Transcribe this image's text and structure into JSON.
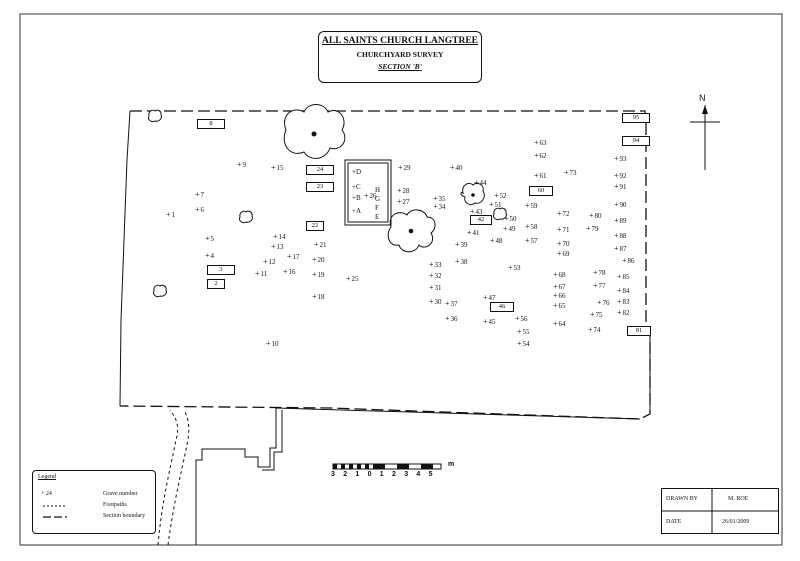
{
  "title": {
    "line1": "ALL SAINTS CHURCH LANGTREE",
    "line2": "CHURCHYARD SURVEY",
    "line3": "SECTION 'B'"
  },
  "north_label": "N",
  "scale": {
    "labels": [
      "3",
      "2",
      "1",
      "0",
      "1",
      "2",
      "3",
      "4",
      "5"
    ],
    "unit": "m"
  },
  "legend": {
    "title": "Legend",
    "grave_symbol": "+ 24",
    "grave_label": "Grave number",
    "footpaths_label": "Footpaths",
    "boundary_label": "Section boundary"
  },
  "drawn_by": {
    "label": "DRAWN BY",
    "value": "M. ROE",
    "date_label": "DATE",
    "date_value": "26/01/2009"
  },
  "graves": [
    "1",
    "4",
    "5",
    "6",
    "7",
    "9",
    "10",
    "11",
    "12",
    "13",
    "14",
    "15",
    "16",
    "17",
    "18",
    "19",
    "20",
    "21",
    "25",
    "26",
    "27",
    "28",
    "29",
    "30",
    "31",
    "32",
    "33",
    "34",
    "35",
    "36",
    "37",
    "38",
    "39",
    "40",
    "41",
    "43",
    "44",
    "45",
    "47",
    "48",
    "49",
    "50",
    "51",
    "52",
    "53",
    "54",
    "55",
    "56",
    "57",
    "58",
    "59",
    "61",
    "62",
    "63",
    "64",
    "65",
    "66",
    "67",
    "68",
    "69",
    "70",
    "71",
    "72",
    "73",
    "74",
    "75",
    "76",
    "77",
    "78",
    "79",
    "80",
    "82",
    "83",
    "84",
    "85",
    "86",
    "87",
    "88",
    "89",
    "90",
    "91",
    "92",
    "93"
  ],
  "boxed_graves": [
    "2",
    "3",
    "8",
    "22",
    "23",
    "24",
    "42",
    "46",
    "60",
    "81",
    "94",
    "95"
  ],
  "tomb_letters": [
    "D",
    "C",
    "B",
    "A",
    "H",
    "G",
    "F",
    "E"
  ]
}
